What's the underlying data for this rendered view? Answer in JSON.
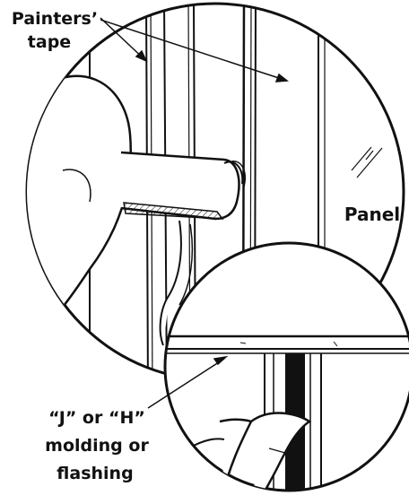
{
  "labels": {
    "painters_tape_line1": "Painters’",
    "painters_tape_line2": "tape",
    "panel": "Panel",
    "molding_line1": "“J” or “H”",
    "molding_line2": "molding or",
    "molding_line3": "flashing"
  },
  "colors": {
    "ink": "#111111",
    "background": "#ffffff"
  }
}
